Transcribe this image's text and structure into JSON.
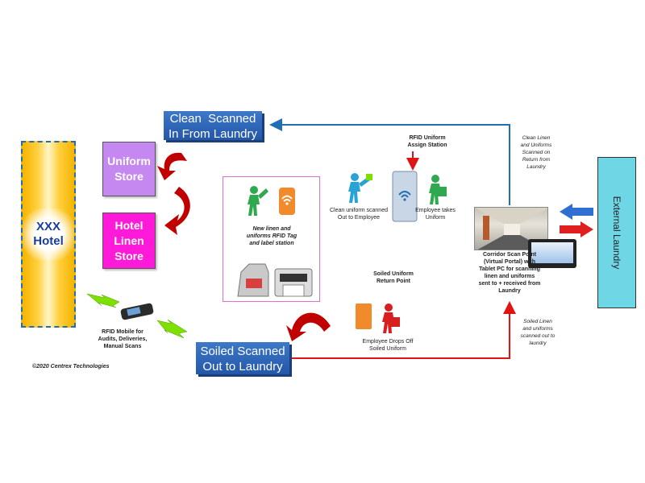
{
  "hotel": {
    "line1": "XXX",
    "line2": "Hotel"
  },
  "uniform_store": {
    "line1": "Uniform",
    "line2": "Store"
  },
  "linen_store": {
    "line1": "Hotel",
    "line2": "Linen",
    "line3": "Store"
  },
  "clean_banner": {
    "line1": "Clean  Scanned",
    "line2": "In From Laundry"
  },
  "soiled_banner": {
    "line1": "Soiled Scanned",
    "line2": "Out to Laundry"
  },
  "external_laundry": "External Laundry",
  "tag_station": {
    "line1": "New linen and",
    "line2": "uniforms RFID Tag",
    "line3": "and label station"
  },
  "assign_station": {
    "line1": "RFID Uniform",
    "line2": "Assign Station"
  },
  "clean_uniform_out": {
    "line1": "Clean uniform scanned",
    "line2": "Out to Employee"
  },
  "employee_takes": {
    "line1": "Employee takes",
    "line2": "Uniform"
  },
  "return_point": {
    "line1": "Soiled Uniform",
    "line2": "Return Point"
  },
  "employee_drops": {
    "line1": "Employee Drops Off",
    "line2": "Soiled Uniform"
  },
  "corridor": {
    "line1": "Corridor Scan Point",
    "line2": "(Virtual Portal) with",
    "line3": "Tablet PC for scanning",
    "line4": "linen and uniforms",
    "line5": "sent to + received from",
    "line6": "Laundry"
  },
  "clean_return_note": {
    "line1": "Clean Linen",
    "line2": "and Uniforms",
    "line3": "Scanned on",
    "line4": "Return from",
    "line5": "Laundry"
  },
  "soiled_out_note": {
    "line1": "Soiled Linen",
    "line2": "and uniforms",
    "line3": "scanned out to",
    "line4": "laundry"
  },
  "rfid_mobile": {
    "line1": "RFID Mobile for",
    "line2": "Audits, Deliveries,",
    "line3": "Manual Scans"
  },
  "copyright": "©2020 Centrex Technologies",
  "colors": {
    "blue_arrow": "#1f6fb2",
    "red_arrow": "#e01414",
    "curved_arrow": "#c00000",
    "person_blue": "#29a3d6",
    "person_green": "#2fa84f",
    "person_red": "#d81f1f",
    "hotel_gold": "#f5b400",
    "external_laundry": "#6fd6e6",
    "banner_blue": "#2f66b8"
  }
}
